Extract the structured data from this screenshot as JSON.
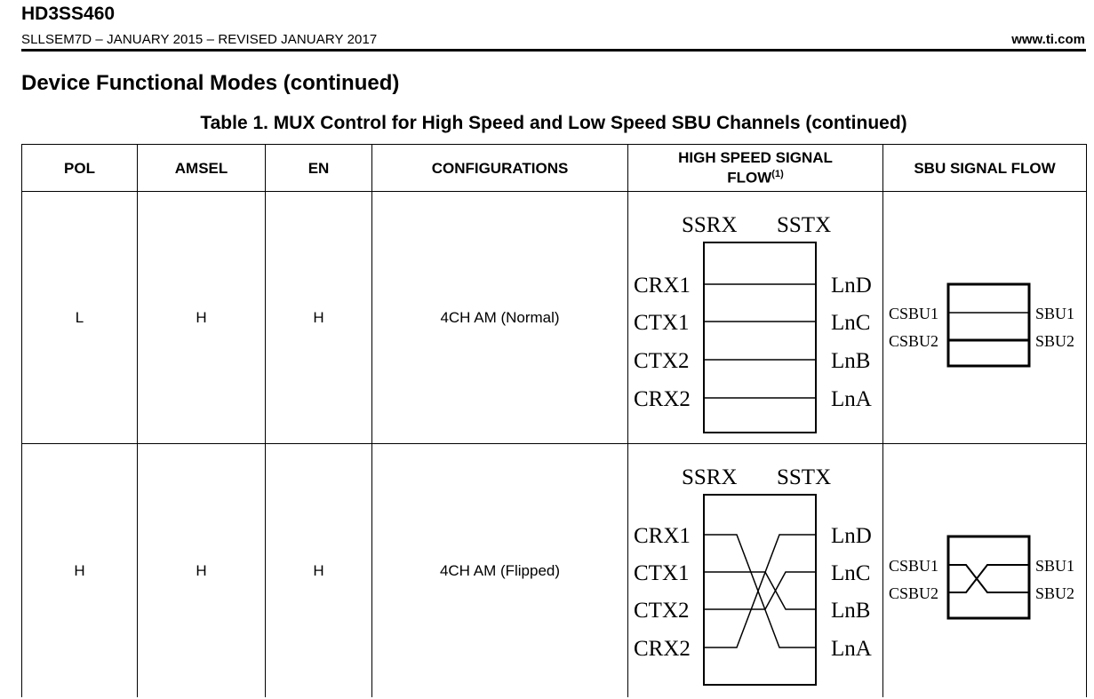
{
  "header": {
    "doc_id": "HD3SS460",
    "revision": "SLLSEM7D – JANUARY 2015 – REVISED JANUARY 2017",
    "url": "www.ti.com"
  },
  "section_title": "Device Functional Modes (continued)",
  "table": {
    "title": "Table 1. MUX Control for High Speed and Low Speed SBU Channels (continued)",
    "columns": {
      "pol": "POL",
      "amsel": "AMSEL",
      "en": "EN",
      "configurations": "CONFIGURATIONS",
      "hs_flow_line1": "HIGH SPEED SIGNAL",
      "hs_flow_line2": "FLOW",
      "hs_flow_note": "(1)",
      "sbu_flow": "SBU SIGNAL FLOW"
    },
    "rows": [
      {
        "pol": "L",
        "amsel": "H",
        "en": "H",
        "configuration": "4CH AM (Normal)",
        "hs": {
          "top_left": "SSRX",
          "top_right": "SSTX",
          "left": [
            "CRX1",
            "CTX1",
            "CTX2",
            "CRX2"
          ],
          "right": [
            "LnD",
            "LnC",
            "LnB",
            "LnA"
          ]
        },
        "sbu": {
          "left": [
            "CSBU1",
            "CSBU2"
          ],
          "right": [
            "SBU1",
            "SBU2"
          ]
        }
      },
      {
        "pol": "H",
        "amsel": "H",
        "en": "H",
        "configuration": "4CH AM (Flipped)",
        "hs": {
          "top_left": "SSRX",
          "top_right": "SSTX",
          "left": [
            "CRX1",
            "CTX1",
            "CTX2",
            "CRX2"
          ],
          "right": [
            "LnD",
            "LnC",
            "LnB",
            "LnA"
          ]
        },
        "sbu": {
          "left": [
            "CSBU1",
            "CSBU2"
          ],
          "right": [
            "SBU1",
            "SBU2"
          ]
        }
      }
    ]
  }
}
